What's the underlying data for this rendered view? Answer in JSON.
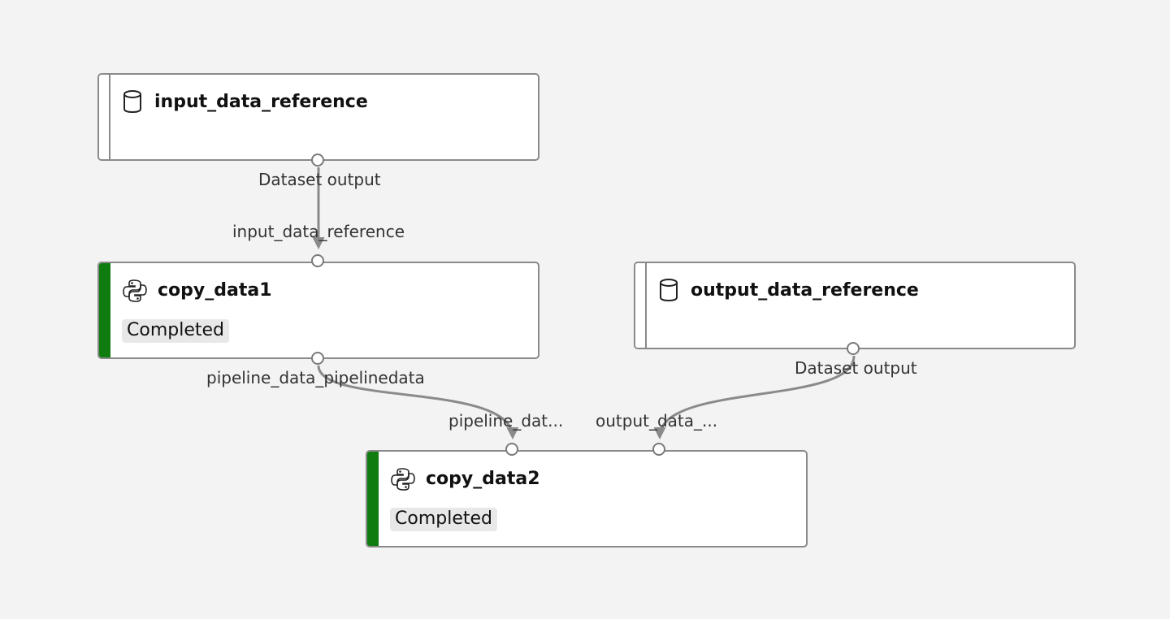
{
  "nodes": {
    "input_data_reference": {
      "title": "input_data_reference",
      "icon": "database-icon",
      "output_port_label": "Dataset output"
    },
    "copy_data1": {
      "title": "copy_data1",
      "icon": "python-icon",
      "status": "Completed",
      "status_color": "#107c10",
      "input_port_label": "input_data_reference",
      "output_port_label": "pipeline_data_pipelinedata"
    },
    "output_data_reference": {
      "title": "output_data_reference",
      "icon": "database-icon",
      "output_port_label": "Dataset output"
    },
    "copy_data2": {
      "title": "copy_data2",
      "icon": "python-icon",
      "status": "Completed",
      "status_color": "#107c10",
      "input_port_1_label": "pipeline_dat...",
      "input_port_2_label": "output_data_..."
    }
  },
  "colors": {
    "canvas_background": "#f3f3f3",
    "node_border": "#8a8a8a",
    "edge": "#8a8a8a",
    "completed": "#107c10"
  }
}
